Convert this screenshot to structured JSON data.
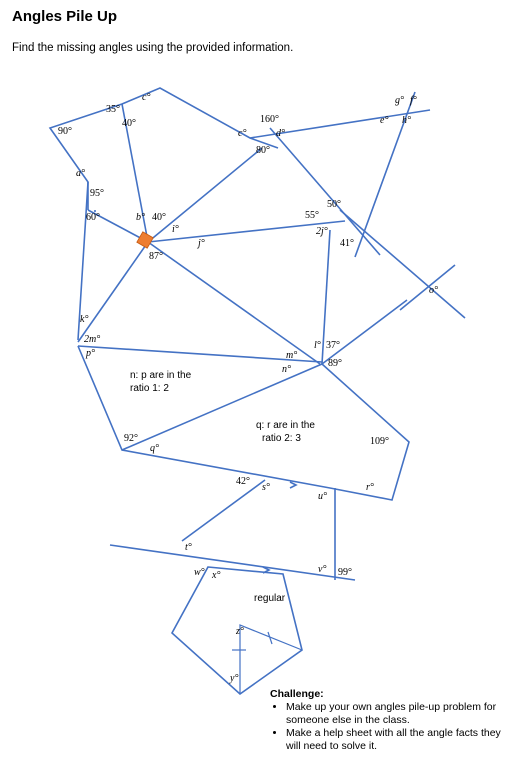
{
  "title": "Angles Pile Up",
  "instructions": "Find the missing angles using the provided information.",
  "labels": {
    "a": "a°",
    "b": "b°",
    "c_top": "c°",
    "c_mid": "c°",
    "d": "d°",
    "e": "e°",
    "f": "f°",
    "g": "g°",
    "h": "h°",
    "i": "i°",
    "j": "j°",
    "two_j": "2j°",
    "k": "k°",
    "l": "l°",
    "m": "m°",
    "two_m": "2m°",
    "n": "n°",
    "o": "o°",
    "p": "p°",
    "q": "q°",
    "r": "r°",
    "s": "s°",
    "t": "t°",
    "u": "u°",
    "v": "v°",
    "w": "w°",
    "x": "x°",
    "y": "y°",
    "z": "z°",
    "deg_35": "35°",
    "deg_40_top": "40°",
    "deg_90": "90°",
    "deg_160": "160°",
    "deg_80": "80°",
    "deg_95": "95°",
    "deg_60": "60°",
    "deg_40_mid": "40°",
    "deg_87": "87°",
    "deg_55": "55°",
    "deg_50": "50°",
    "deg_41": "41°",
    "deg_37": "37°",
    "deg_89": "89°",
    "deg_92": "92°",
    "deg_109": "109°",
    "deg_42": "42°",
    "deg_99": "99°"
  },
  "notes": {
    "np_ratio_line1": "n: p are in the",
    "np_ratio_line2": "ratio 1: 2",
    "qr_ratio_line1": "q: r are in the",
    "qr_ratio_line2": "ratio 2: 3",
    "regular": "regular"
  },
  "challenge": {
    "heading": "Challenge:",
    "items": [
      "Make up your own angles pile-up problem for someone else in the class.",
      "Make a help sheet with all the angle facts they will need to solve it."
    ]
  },
  "colors": {
    "line": "#4472c4",
    "right_angle_marker": "#ed7d31"
  }
}
